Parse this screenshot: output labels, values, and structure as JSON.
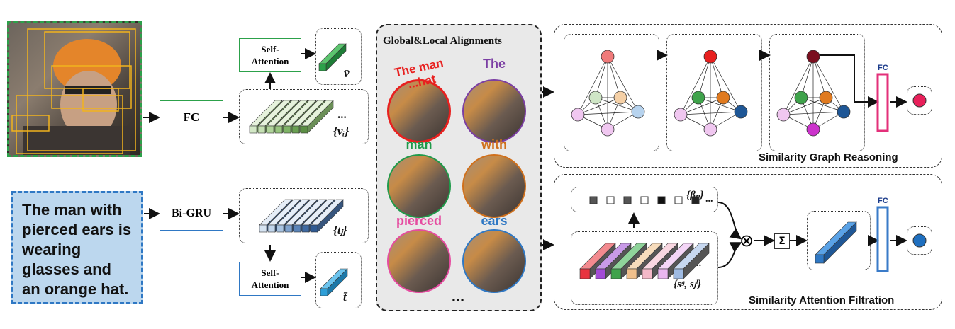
{
  "image_regions": {
    "count": 6
  },
  "caption_text": "The man with pierced ears is wearing glasses and an orange hat.",
  "blocks": {
    "fc_label": "FC",
    "bigru_label": "Bi-GRU",
    "self_attention_top": "Self-\nAttention",
    "self_attention_bottom": "Self-\nAttention"
  },
  "math": {
    "v_bar": "v̄",
    "t_bar": "t̄",
    "v_set": "{vᵢ}",
    "t_set": "{tⱼ}",
    "beta_set": "{βₚ}",
    "s_set": "{sᵍ, sⱼˡ}",
    "dots": "..."
  },
  "alignments": {
    "title": "Global&Local  Alignments",
    "words": [
      {
        "text": "The man ...hat",
        "color": "#e8201f"
      },
      {
        "text": "The",
        "color": "#7b3ea3"
      },
      {
        "text": "man",
        "color": "#1f9a4a"
      },
      {
        "text": "with",
        "color": "#d0701c"
      },
      {
        "text": "pierced",
        "color": "#e64ba0"
      },
      {
        "text": "ears",
        "color": "#2f78c4"
      }
    ],
    "ellipsis": "..."
  },
  "reasoning": {
    "title": "Similarity Graph Reasoning",
    "fc_label": "FC"
  },
  "filtration": {
    "title": "Similarity Attention Filtration",
    "fc_label": "FC",
    "sigma": "Σ",
    "otimes": "⊗"
  },
  "colors": {
    "green": "#2ca14a",
    "blue": "#2f78c4",
    "red": "#e8201f",
    "pink_bar": "#e3307a",
    "blue_bar": "#3a7bc8"
  }
}
